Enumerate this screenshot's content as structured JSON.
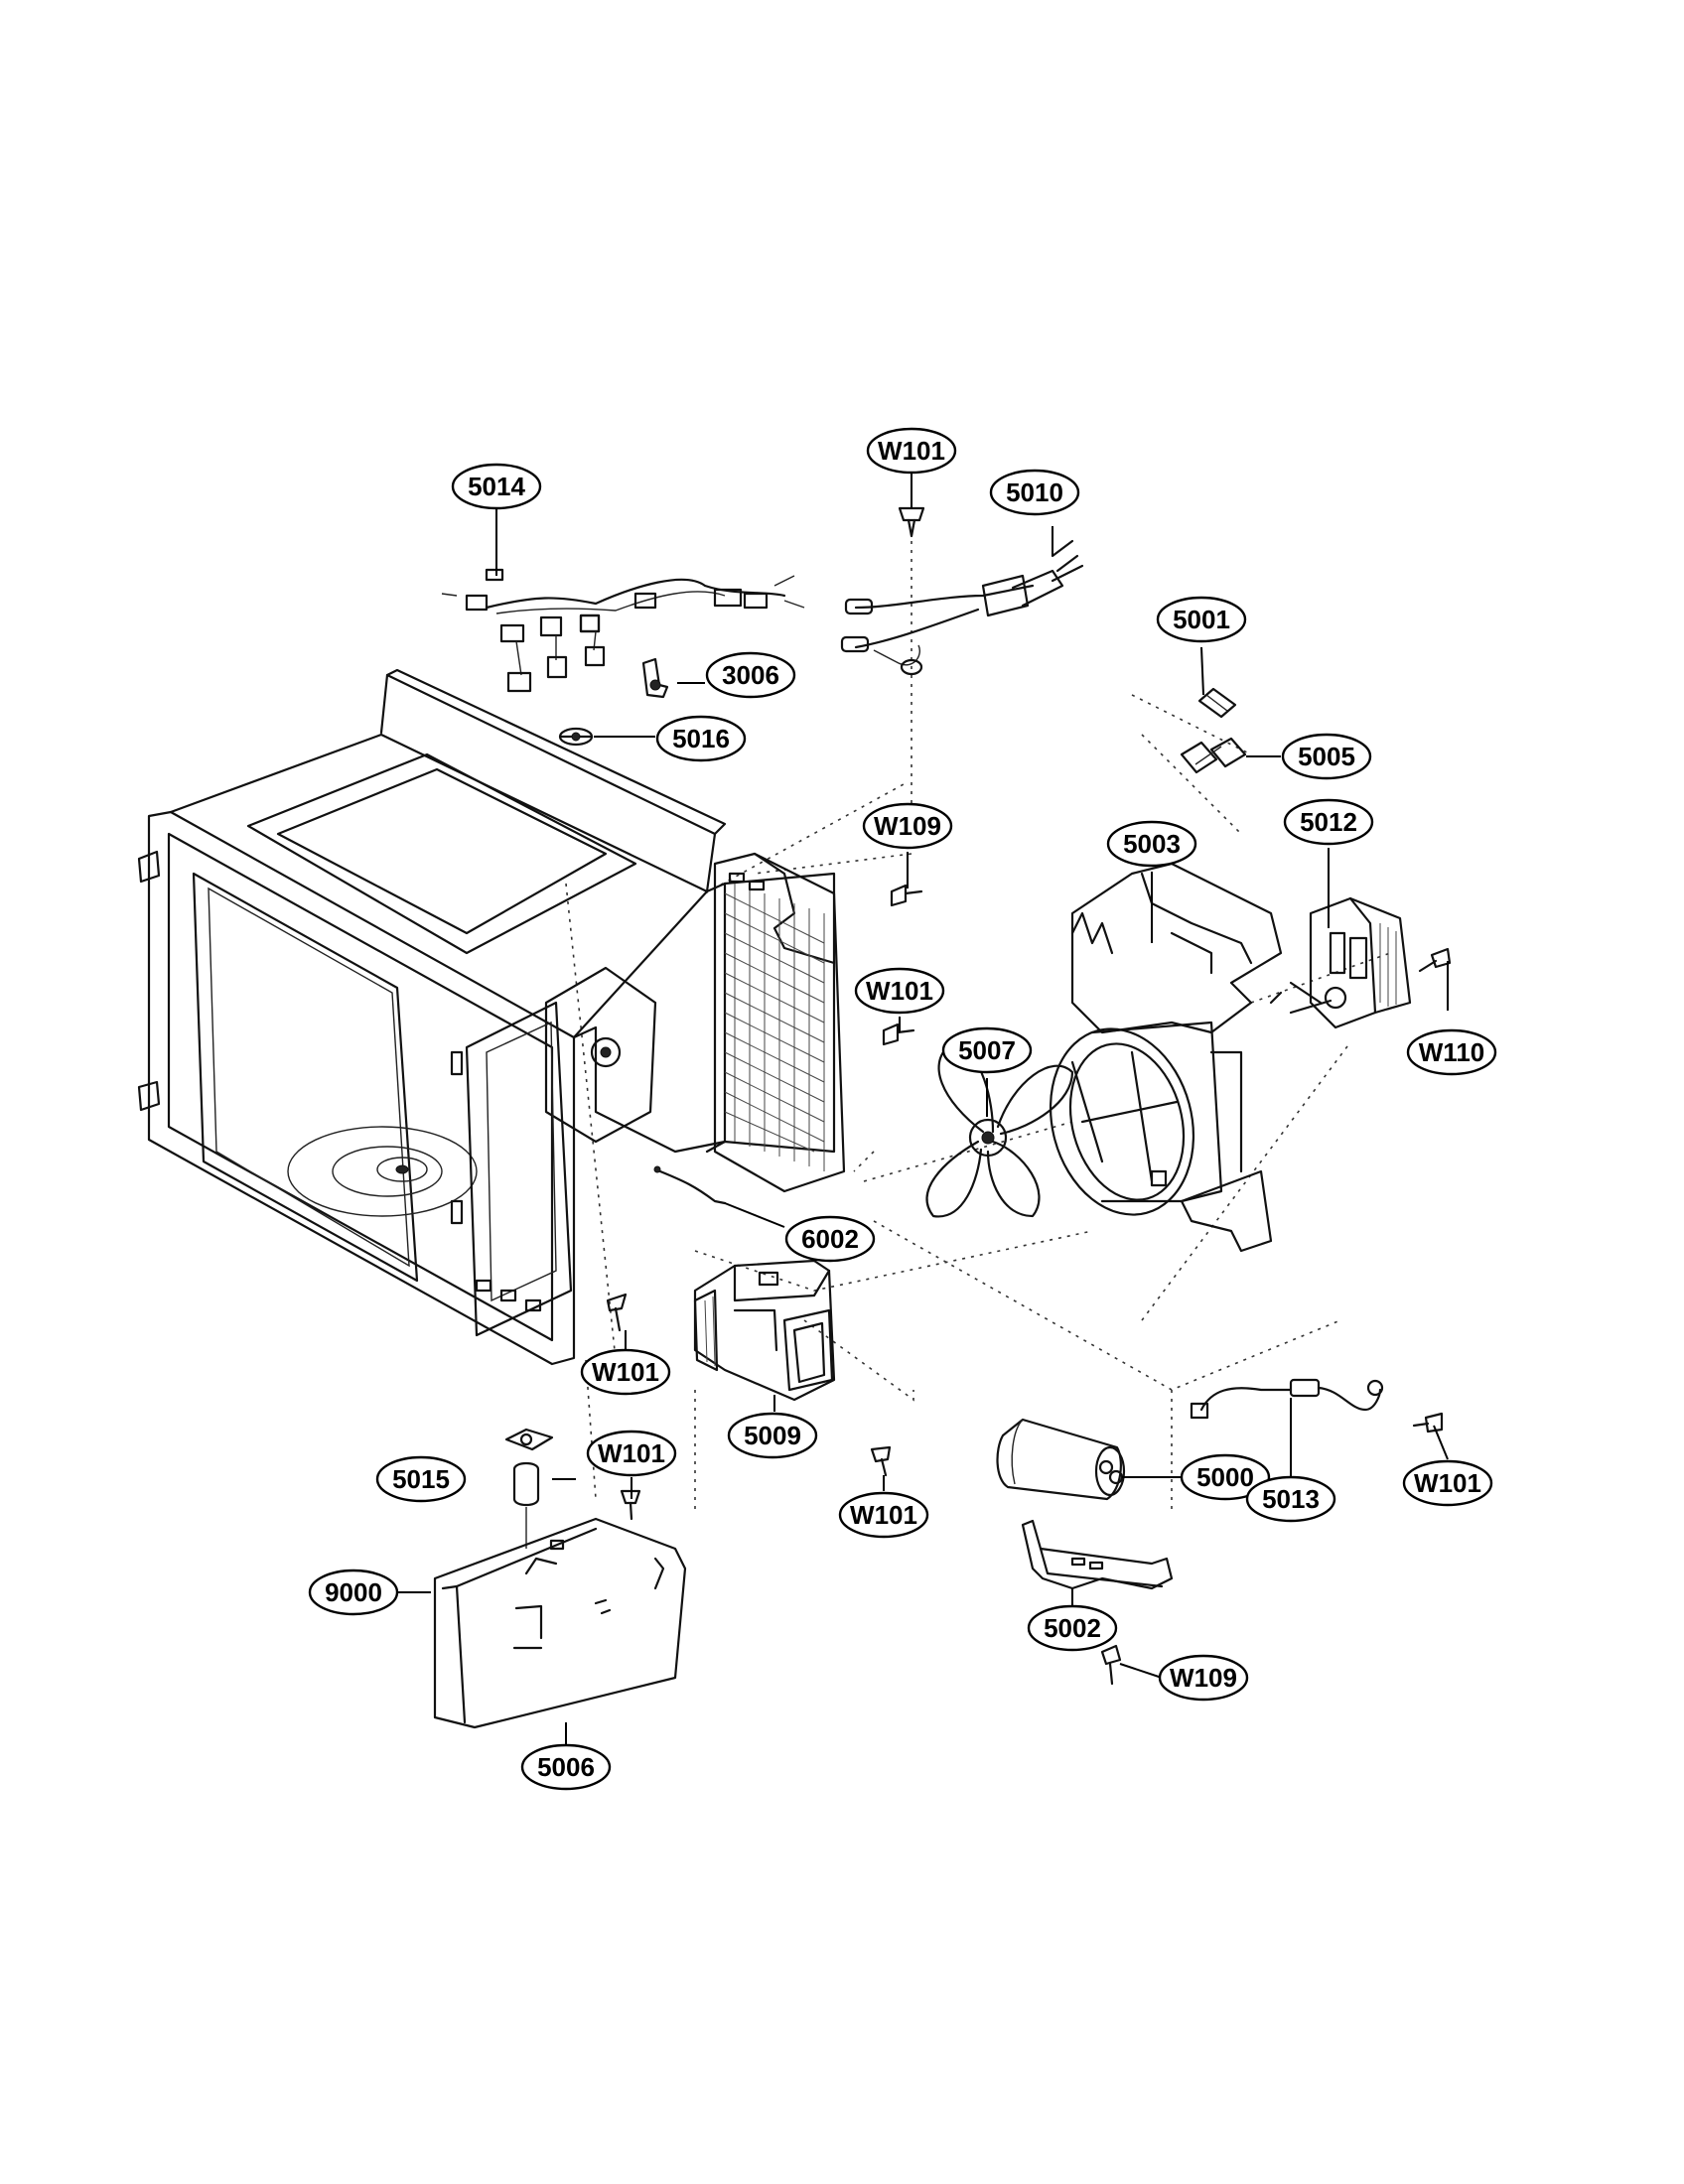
{
  "callouts": {
    "c5014": "5014",
    "c5010": "5010",
    "cW101_top": "W101",
    "c3006": "3006",
    "c5016": "5016",
    "c5001": "5001",
    "c5005": "5005",
    "cW109_mid": "W109",
    "c5003": "5003",
    "c5012": "5012",
    "cW101_mid": "W101",
    "c5007": "5007",
    "cW110": "W110",
    "c6002": "6002",
    "cW101_left": "W101",
    "c5009": "5009",
    "c5015": "5015",
    "cW101_bl": "W101",
    "cW101_center": "W101",
    "c9000": "9000",
    "c5000": "5000",
    "c5013": "5013",
    "cW101_right": "W101",
    "c5002": "5002",
    "cW109_bottom": "W109",
    "c5006": "5006"
  }
}
